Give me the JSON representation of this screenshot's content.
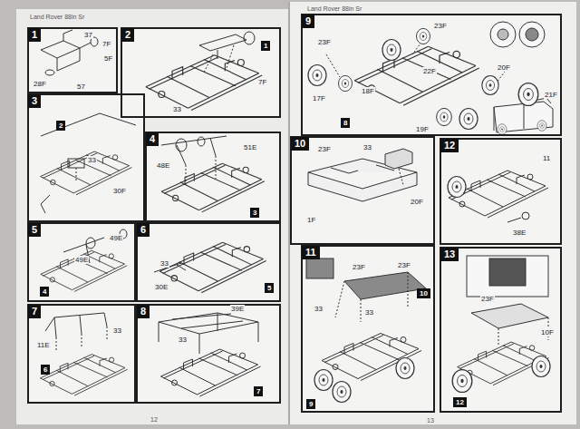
{
  "diagram": {
    "nodes": [
      {
        "text": [
          "1"
        ]
      },
      {
        "text": [
          "2"
        ]
      },
      {
        "text": [
          "3"
        ]
      },
      {
        "text": [
          "4"
        ]
      },
      {
        "text": [
          "5"
        ]
      },
      {
        "text": [
          "6"
        ]
      },
      {
        "text": [
          "7"
        ]
      },
      {
        "text": [
          "8"
        ]
      },
      {
        "text": [
          "9"
        ]
      },
      {
        "text": [
          "10"
        ]
      },
      {
        "text": [
          "11"
        ]
      },
      {
        "text": [
          "12"
        ]
      },
      {
        "text": [
          "13"
        ]
      }
    ],
    "labels": [
      "Land Rover 88in Sr",
      "Land Rover 88in Sr",
      "12",
      "13",
      "37",
      "7F",
      "5F",
      "28F",
      "57",
      "1",
      "33",
      "7F",
      "2",
      "33",
      "30F",
      "48E",
      "51E",
      "3",
      "49E",
      "49E",
      "4",
      "33",
      "30E",
      "5",
      "11E",
      "33",
      "6",
      "33",
      "39E",
      "7",
      "23F",
      "23F",
      "18F",
      "22F",
      "17F",
      "19F",
      "21F",
      "20F",
      "8",
      "23F",
      "33",
      "20F",
      "1F",
      "23F",
      "23F",
      "33",
      "33",
      "10",
      "9",
      "11",
      "38E",
      "23F",
      "10F",
      "12"
    ]
  }
}
